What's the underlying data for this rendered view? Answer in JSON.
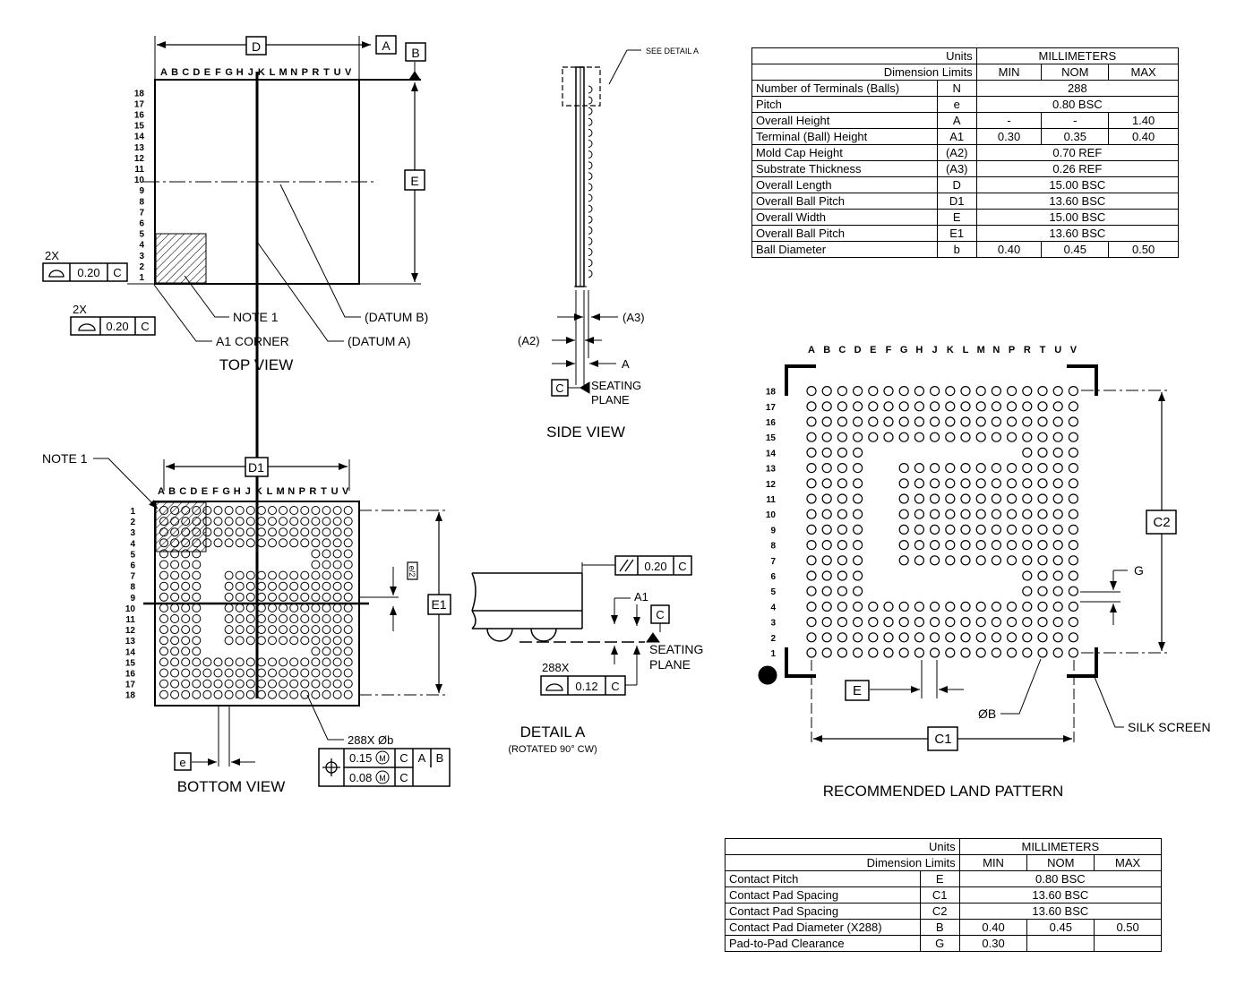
{
  "columns": [
    "A",
    "B",
    "C",
    "D",
    "E",
    "F",
    "G",
    "H",
    "J",
    "K",
    "L",
    "M",
    "N",
    "P",
    "R",
    "T",
    "U",
    "V"
  ],
  "rows": [
    "1",
    "2",
    "3",
    "4",
    "5",
    "6",
    "7",
    "8",
    "9",
    "10",
    "11",
    "12",
    "13",
    "14",
    "15",
    "16",
    "17",
    "18"
  ],
  "top_view": {
    "title": "TOP VIEW",
    "dim_d": "D",
    "dim_e": "E",
    "datum_a": "A",
    "datum_b": "B",
    "callout_count": "2X",
    "callout_value": "0.20",
    "callout_datum": "C",
    "note1": "NOTE 1",
    "a1_corner": "A1 CORNER",
    "datum_b_label": "(DATUM B)",
    "datum_a_label": "(DATUM A)"
  },
  "side_view": {
    "title": "SIDE VIEW",
    "see_detail": "SEE DETAIL A",
    "a3": "(A3)",
    "a2": "(A2)",
    "a": "A",
    "seating_datum": "C",
    "seating_line1": "SEATING",
    "seating_line2": "PLANE"
  },
  "bottom_view": {
    "title": "BOTTOM VIEW",
    "dim_d1": "D1",
    "dim_e1": "E1",
    "note1": "NOTE 1",
    "e_label": "e",
    "e_half": "e/2",
    "ball_count": "288X Øb",
    "tol1": "0.15",
    "tol2": "0.08",
    "m": "M",
    "c": "C",
    "a": "A",
    "b": "B"
  },
  "detail_a": {
    "title": "DETAIL A",
    "subtitle": "(ROTATED 90° CW)",
    "parallel_value": "0.20",
    "parallel_datum": "C",
    "a1": "A1",
    "datum_c": "C",
    "seating_line1": "SEATING",
    "seating_line2": "PLANE",
    "count": "288X",
    "tol": "0.12",
    "tol_datum": "C"
  },
  "land_pattern": {
    "title": "RECOMMENDED LAND PATTERN",
    "c1": "C1",
    "c2": "C2",
    "e": "E",
    "g": "G",
    "ob": "ØB",
    "silk": "SILK SCREEN"
  },
  "package_table": {
    "units_label": "Units",
    "units": "MILLIMETERS",
    "limits_label": "Dimension Limits",
    "min": "MIN",
    "nom": "NOM",
    "max": "MAX",
    "rows": [
      {
        "name": "Number of Terminals (Balls)",
        "sym": "N",
        "value": "288"
      },
      {
        "name": "Pitch",
        "sym": "e",
        "value": "0.80 BSC"
      },
      {
        "name": "Overall Height",
        "sym": "A",
        "min": "-",
        "nom": "-",
        "max": "1.40"
      },
      {
        "name": "Terminal (Ball) Height",
        "sym": "A1",
        "min": "0.30",
        "nom": "0.35",
        "max": "0.40"
      },
      {
        "name": "Mold Cap Height",
        "sym": "(A2)",
        "value": "0.70 REF"
      },
      {
        "name": "Substrate Thickness",
        "sym": "(A3)",
        "value": "0.26 REF"
      },
      {
        "name": "Overall Length",
        "sym": "D",
        "value": "15.00 BSC"
      },
      {
        "name": "Overall Ball Pitch",
        "sym": "D1",
        "value": "13.60 BSC"
      },
      {
        "name": "Overall Width",
        "sym": "E",
        "value": "15.00 BSC"
      },
      {
        "name": "Overall Ball Pitch",
        "sym": "E1",
        "value": "13.60 BSC"
      },
      {
        "name": "Ball Diameter",
        "sym": "b",
        "min": "0.40",
        "nom": "0.45",
        "max": "0.50"
      }
    ]
  },
  "land_table": {
    "units_label": "Units",
    "units": "MILLIMETERS",
    "limits_label": "Dimension Limits",
    "min": "MIN",
    "nom": "NOM",
    "max": "MAX",
    "rows": [
      {
        "name": "Contact Pitch",
        "sym": "E",
        "value": "0.80 BSC"
      },
      {
        "name": "Contact Pad Spacing",
        "sym": "C1",
        "value": "13.60 BSC"
      },
      {
        "name": "Contact Pad Spacing",
        "sym": "C2",
        "value": "13.60 BSC"
      },
      {
        "name": "Contact Pad Diameter (X288)",
        "sym": "B",
        "min": "0.40",
        "nom": "0.45",
        "max": "0.50"
      },
      {
        "name": "Pad-to-Pad Clearance",
        "sym": "G",
        "min": "0.30",
        "nom": "",
        "max": ""
      }
    ]
  }
}
